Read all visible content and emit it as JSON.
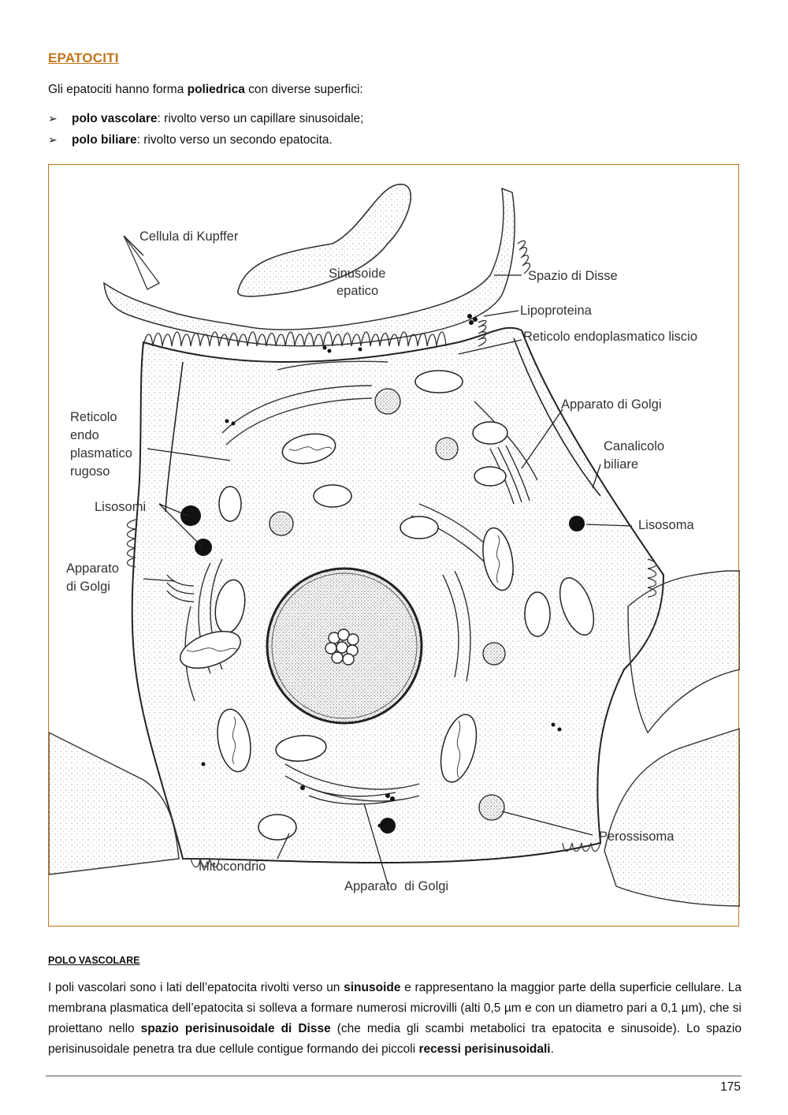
{
  "section_title": "EPATOCITI",
  "intro": {
    "before": "Gli epatociti hanno forma ",
    "bold": "poliedrica",
    "after": " con diverse superfici:"
  },
  "bullets": [
    {
      "bold": "polo vascolare",
      "rest": ": rivolto verso un capillare sinusoidale;"
    },
    {
      "bold": "polo biliare",
      "rest": ": rivolto verso un secondo epatocita."
    }
  ],
  "figure": {
    "labels": {
      "kupffer": "Cellula di Kupffer",
      "sinusoide_1": "Sinusoide",
      "sinusoide_2": "epatico",
      "disse": "Spazio di Disse",
      "lipoproteina": "Lipoproteina",
      "rel": "Reticolo endoplasmatico liscio",
      "golgi_top": "Apparato di Golgi",
      "rer_1": "Reticolo",
      "rer_2": "endo",
      "rer_3": "plasmatico",
      "rer_4": "rugoso",
      "canalicolo_1": "Canalicolo",
      "canalicolo_2": "biliare",
      "lisosomi": "Lisosomi",
      "lisosoma": "Lisosoma",
      "golgi_left_1": "Apparato",
      "golgi_left_2": "di Golgi",
      "perossisoma": "Perossisoma",
      "mitocondrio": "Mitocondrio",
      "golgi_bottom": "Apparato  di Golgi"
    }
  },
  "subsection_title": "POLO VASCOLARE",
  "paragraph": [
    {
      "t": "I poli vascolari sono i lati dell’epatocita rivolti verso un ",
      "b": false
    },
    {
      "t": "sinusoide",
      "b": true
    },
    {
      "t": " e rappresentano la maggior parte della superficie cellulare. La membrana plasmatica dell’epatocita si solleva a formare numerosi microvilli (alti 0,5 µm e con un diametro pari a 0,1 µm), che si proiettano nello ",
      "b": false
    },
    {
      "t": "spazio perisinusoidale di Disse",
      "b": true
    },
    {
      "t": " (che media gli scambi metabolici tra epatocita e sinusoide). Lo spazio perisinusoidale penetra tra due cellule contigue formando dei piccoli ",
      "b": false
    },
    {
      "t": "recessi perisinusoidali",
      "b": true
    },
    {
      "t": ".",
      "b": false
    }
  ],
  "page_number": "175",
  "colors": {
    "accent": "#c4741a"
  }
}
